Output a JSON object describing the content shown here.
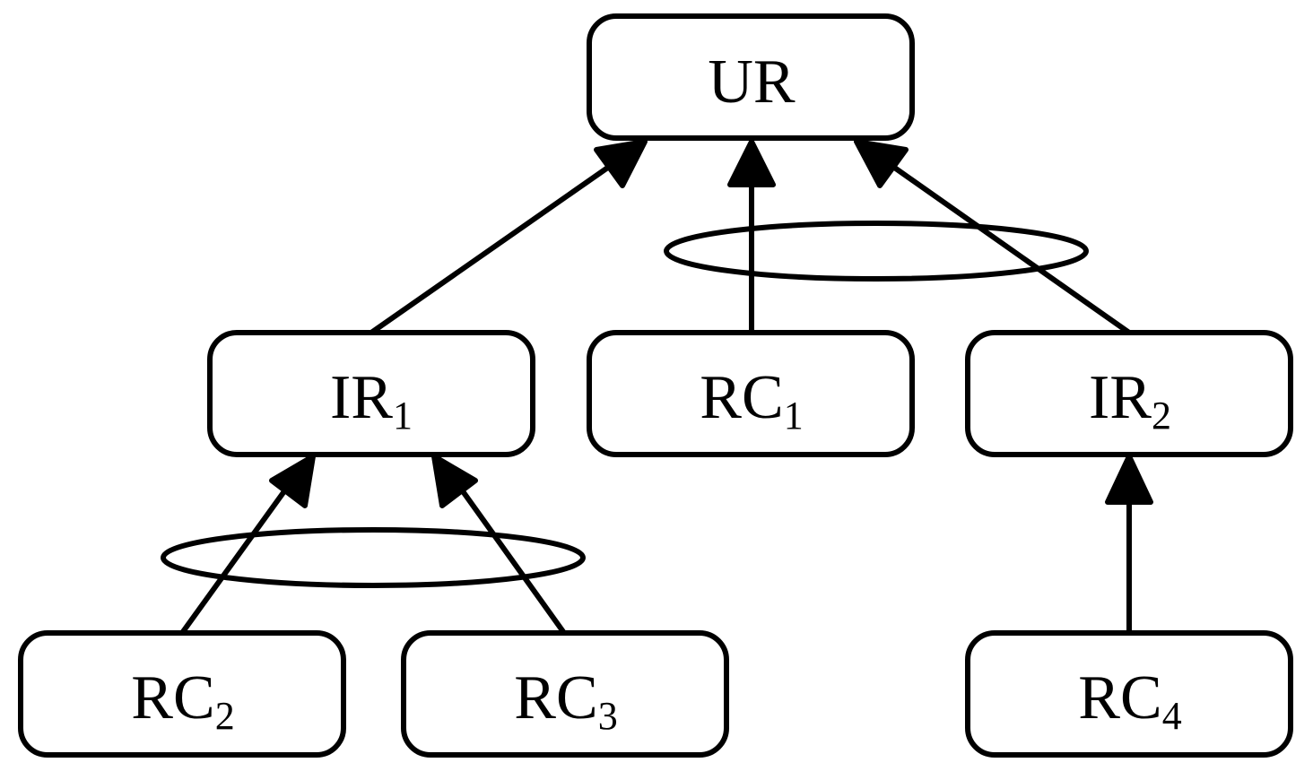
{
  "diagram": {
    "colors": {
      "stroke": "#000000",
      "fill": "#ffffff",
      "text": "#000000"
    },
    "nodes": {
      "ur": {
        "label": "UR",
        "subscript": ""
      },
      "ir1": {
        "label": "IR",
        "subscript": "1"
      },
      "rc1": {
        "label": "RC",
        "subscript": "1"
      },
      "ir2": {
        "label": "IR",
        "subscript": "2"
      },
      "rc2": {
        "label": "RC",
        "subscript": "2"
      },
      "rc3": {
        "label": "RC",
        "subscript": "3"
      },
      "rc4": {
        "label": "RC",
        "subscript": "4"
      }
    },
    "edges": [
      {
        "from": "IR1",
        "to": "UR"
      },
      {
        "from": "RC1",
        "to": "UR"
      },
      {
        "from": "IR2",
        "to": "UR"
      },
      {
        "from": "RC2",
        "to": "IR1"
      },
      {
        "from": "RC3",
        "to": "IR1"
      },
      {
        "from": "RC4",
        "to": "IR2"
      }
    ]
  }
}
